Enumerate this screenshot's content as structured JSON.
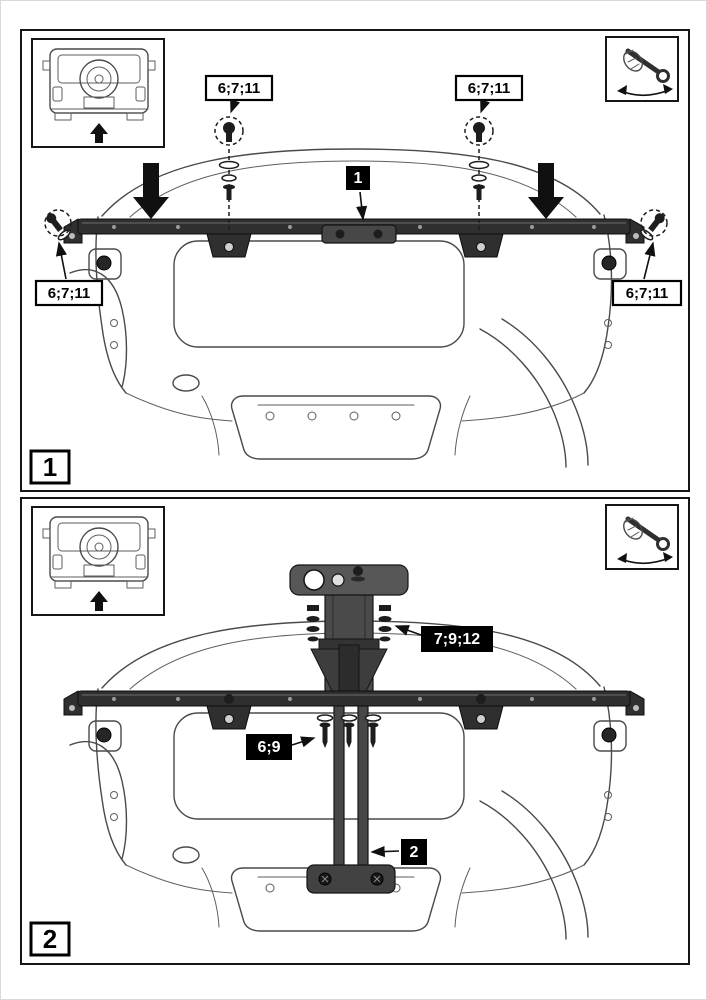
{
  "panel1": {
    "number": "1",
    "part_label": "1",
    "callouts": {
      "top_left": "6;7;11",
      "top_right": "6;7;11",
      "side_left": "6;7;11",
      "side_right": "6;7;11"
    }
  },
  "panel2": {
    "number": "2",
    "part_label": "2",
    "callouts": {
      "hardware_upper": "7;9;12",
      "hardware_lower": "6;9"
    }
  },
  "icons": {
    "vehicle_inset": "rear-view-of-suv-with-spare-wheel",
    "tool_inset": "hand-tightening-with-wrench",
    "up_arrow": "direction-up-arrow",
    "down_arrows": "press-down-arrows"
  },
  "colors": {
    "line_art": "#4a4a4a",
    "metal_dark": "#2f2f2f",
    "label_bg": "#000000",
    "label_text": "#ffffff",
    "callout_bg": "#ffffff",
    "callout_border": "#000000"
  }
}
